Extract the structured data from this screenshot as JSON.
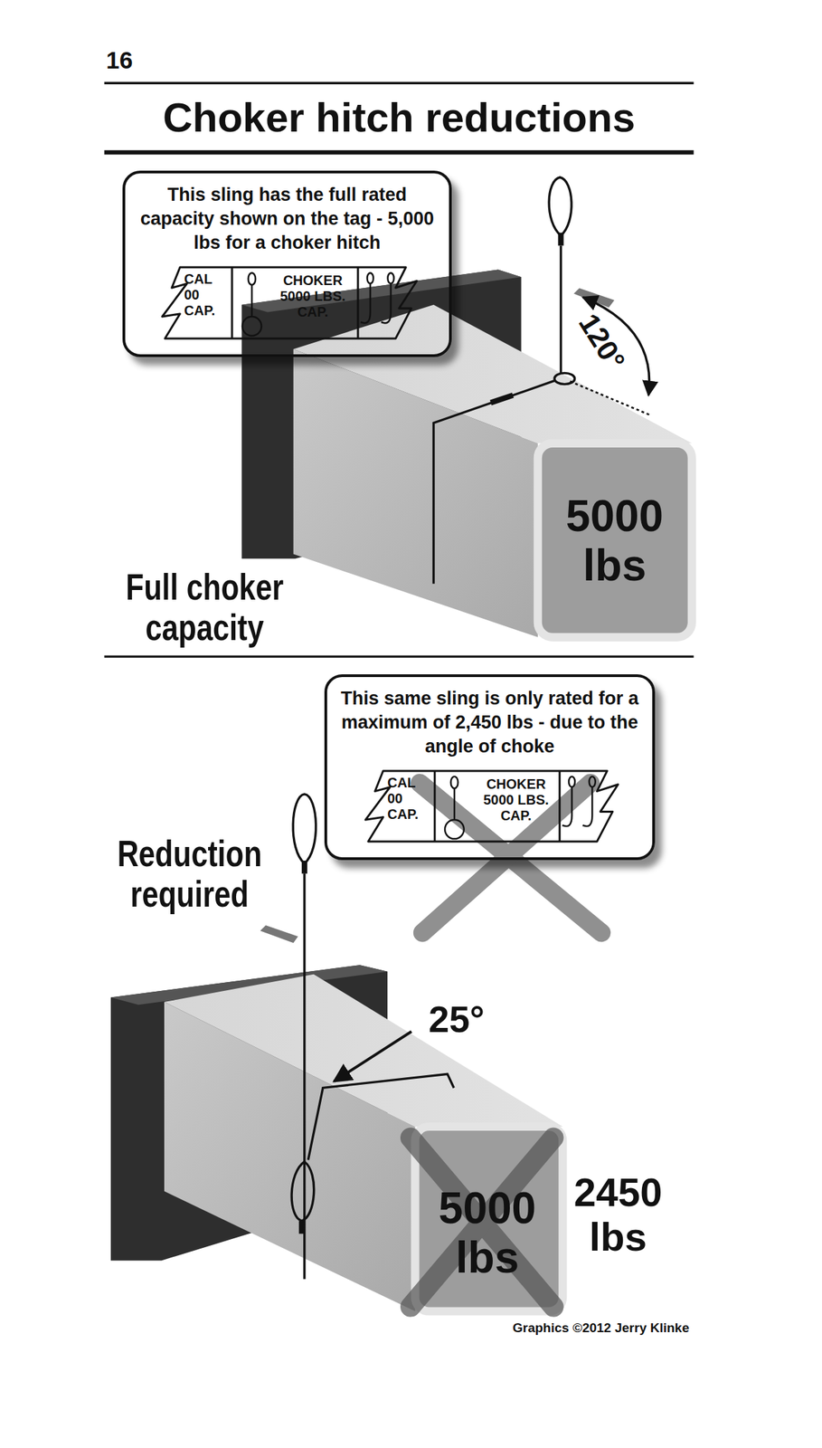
{
  "diagram": {
    "title": "Choker hitch reductions",
    "nodes": [
      {
        "text": [
          "This sling has the full rated capacity shown on the tag - 5,000 lbs for a choker hitch"
        ]
      },
      {
        "text": [
          "CAL 00 CAP.",
          "CHOKER 5000 LBS. CAP."
        ],
        "in": 0
      },
      {
        "text": [
          "This same sling is only rated for a maximum of 2,450 lbs - due to the angle of choke"
        ]
      },
      {
        "text": [
          "CAL 00 CAP.",
          "CHOKER 5000 LBS. CAP."
        ],
        "in": 2
      }
    ],
    "labels": [
      "16",
      "120°",
      "Full choker capacity",
      "5000 lbs",
      "Reduction required",
      "25°",
      "5000 lbs",
      "2450 lbs",
      "Graphics ©2012 Jerry Klinke"
    ]
  }
}
